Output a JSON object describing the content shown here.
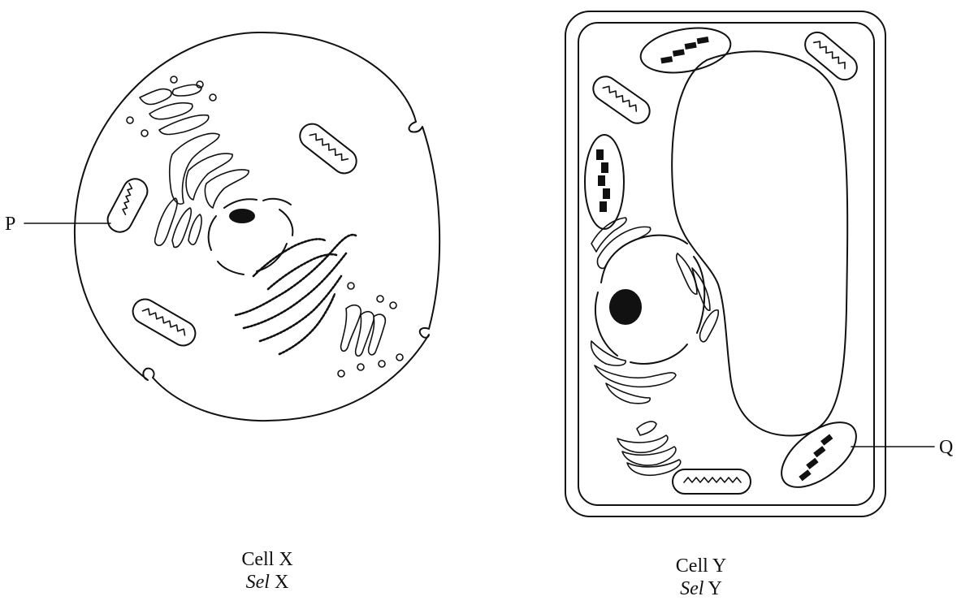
{
  "labels": {
    "p": "P",
    "q": "Q"
  },
  "captions": {
    "cell_x": {
      "name": "Cell X",
      "malay_word": "Sel",
      "malay_letter": "X"
    },
    "cell_y": {
      "name": "Cell Y",
      "malay_word": "Sel",
      "malay_letter": "Y"
    }
  }
}
